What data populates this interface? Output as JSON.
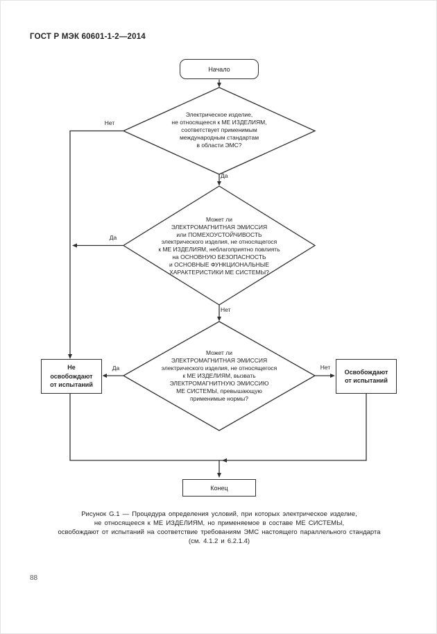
{
  "page": {
    "header": "ГОСТ Р МЭК 60601-1-2—2014",
    "page_number": "88"
  },
  "flowchart": {
    "start_label": "Начало",
    "end_label": "Конец",
    "decision1": "Электрическое изделие,\nне относящееся к МЕ ИЗДЕЛИЯМ,\nсоответствует применимым\nмеждународным стандартам\nв области ЭМС?",
    "decision2": "Может ли\nЭЛЕКТРОМАГНИТНАЯ ЭМИССИЯ\nили ПОМЕХОУСТОЙЧИВОСТЬ\nэлектрического изделия, не относящегося\nк МЕ ИЗДЕЛИЯМ, неблагоприятно повлиять\nна ОСНОВНУЮ БЕЗОПАСНОСТЬ\nи ОСНОВНЫЕ ФУНКЦИОНАЛЬНЫЕ\nХАРАКТЕРИСТИКИ МЕ СИСТЕМЫ?",
    "decision3": "Может ли\nЭЛЕКТРОМАГНИТНАЯ ЭМИССИЯ\nэлектрического изделия, не относящегося\nк МЕ ИЗДЕЛИЯМ, вызвать\nЭЛЕКТРОМАГНИТНУЮ ЭМИССИЮ\nМЕ СИСТЕМЫ, превышающую\nприменимые нормы?",
    "outcome_not_exempt": "Не\nосвобождают\nот испытаний",
    "outcome_exempt": "Освобождают\nот испытаний",
    "labels": {
      "yes": "Да",
      "no": "Нет"
    }
  },
  "caption": "Рисунок G.1 — Процедура определения условий, при которых электрическое изделие,\nне относящееся к МЕ ИЗДЕЛИЯМ, но применяемое в составе МЕ СИСТЕМЫ,\nосвобождают от испытаний на соответствие требованиям ЭМС настоящего параллельного стандарта\n(см. 4.1.2 и 6.2.1.4)"
}
